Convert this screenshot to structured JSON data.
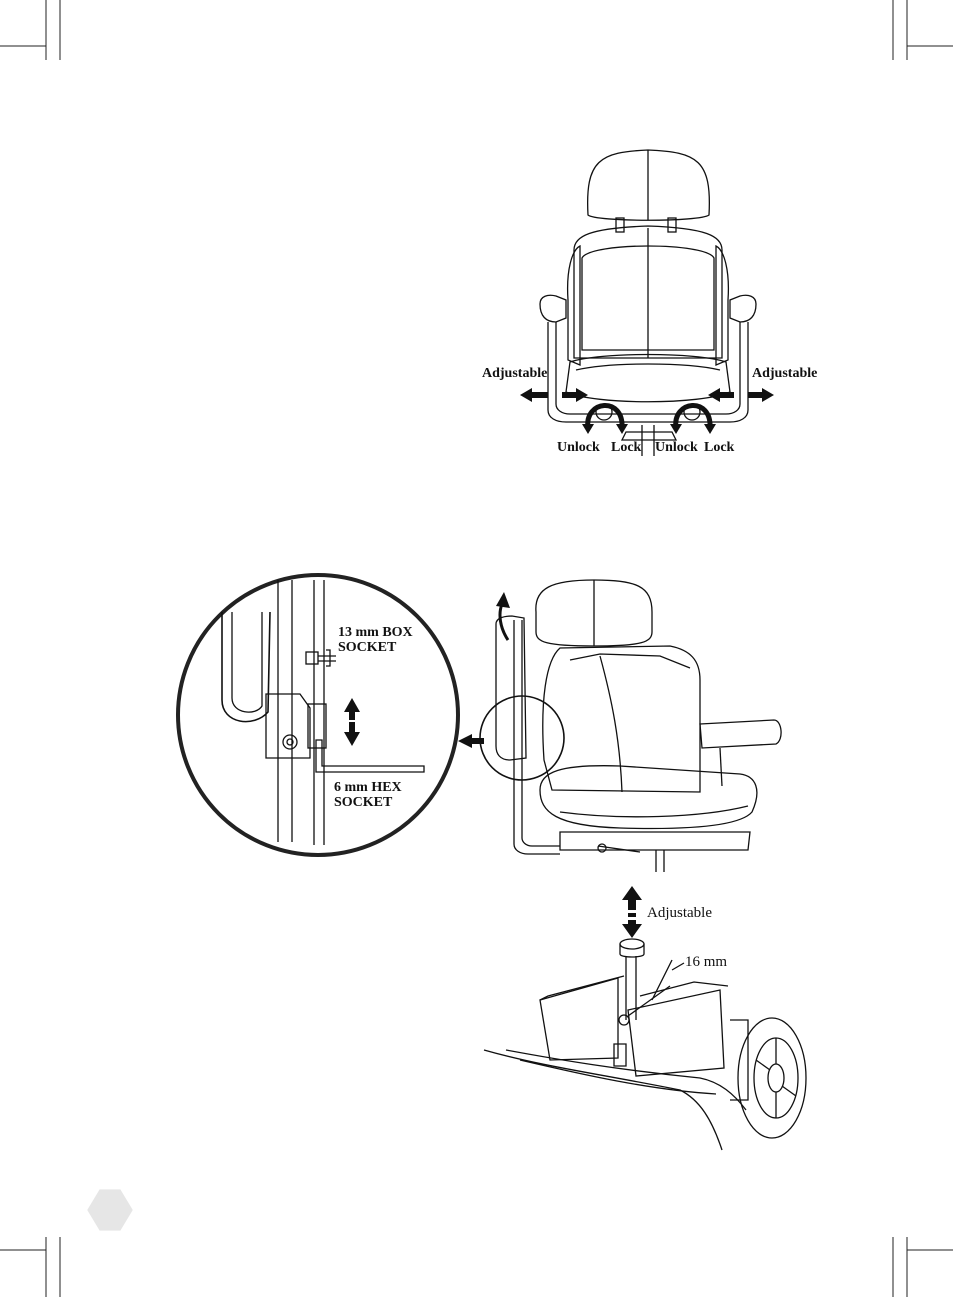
{
  "figure_seat_top": {
    "adjustable_left": "Adjustable",
    "adjustable_right": "Adjustable",
    "unlock_left": "Unlock",
    "lock_left": "Lock",
    "unlock_right": "Unlock",
    "lock_right": "Lock"
  },
  "figure_armrest": {
    "box_socket_line1": "13 mm BOX",
    "box_socket_line2": "SOCKET",
    "hex_socket_line1": "6 mm HEX",
    "hex_socket_line2": "SOCKET"
  },
  "figure_post": {
    "adjustable": "Adjustable",
    "wrench_size": "16 mm"
  },
  "page_number": ""
}
